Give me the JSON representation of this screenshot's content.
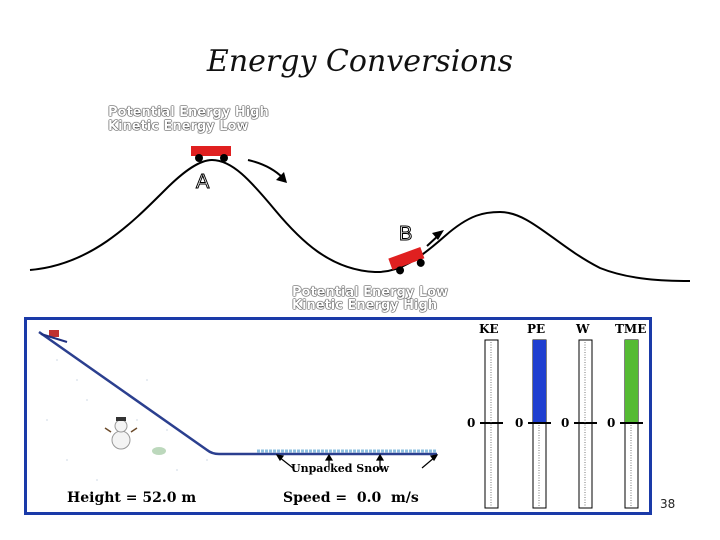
{
  "slide": {
    "title": "Energy Conversions",
    "page_number": "38"
  },
  "top_diagram": {
    "point_a_label": "A",
    "point_b_label": "B",
    "annotation_a": [
      "Potential Energy High",
      "Kinetic Energy Low"
    ],
    "annotation_b": [
      "Potential Energy Low",
      "Kinetic Energy High"
    ],
    "cart_color": "#e02020"
  },
  "simulation": {
    "height_label": "Height = 52.0 m",
    "speed_label": "Speed =  0.0  m/s",
    "snow_label": "Unpacked Snow",
    "border_color": "#1a3aa8",
    "bars": [
      {
        "label": "KE",
        "zero": "0",
        "fill_fraction": 0.0,
        "color": "#ffffff"
      },
      {
        "label": "PE",
        "zero": "0",
        "fill_fraction": 1.0,
        "color": "#1f3fd0"
      },
      {
        "label": "W",
        "zero": "0",
        "fill_fraction": 0.0,
        "color": "#ffffff"
      },
      {
        "label": "TME",
        "zero": "0",
        "fill_fraction": 1.0,
        "color": "#55bb33"
      }
    ]
  }
}
